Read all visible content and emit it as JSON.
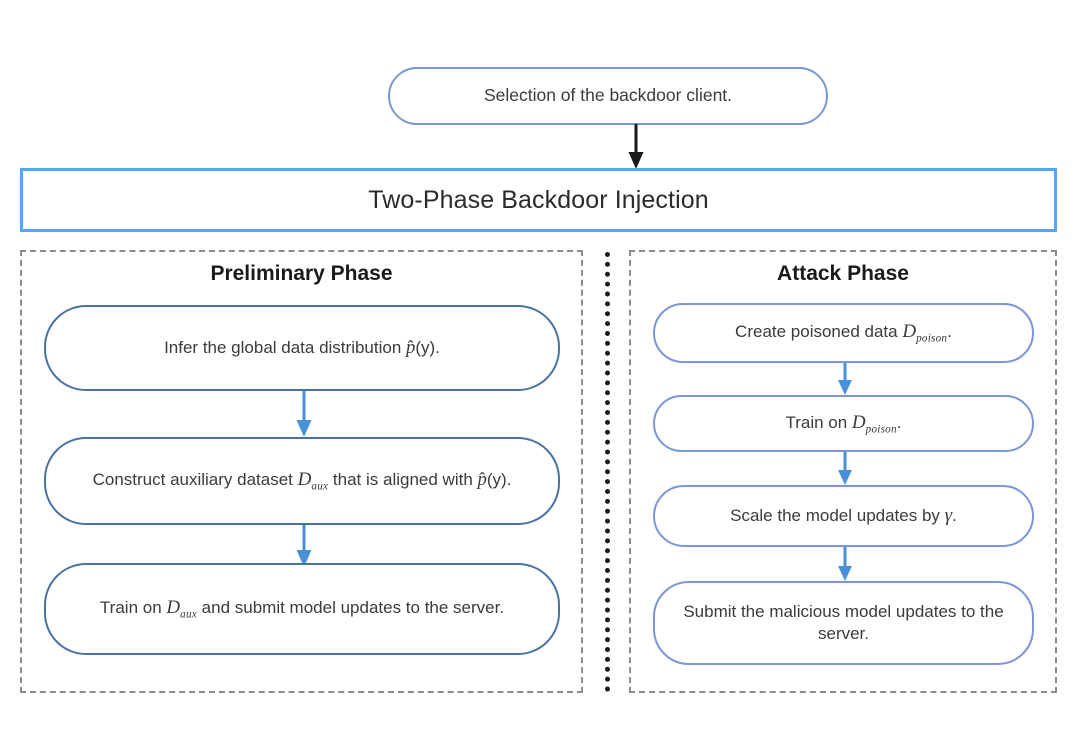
{
  "diagram": {
    "title_banner": "Two-Phase Backdoor Injection",
    "entry_node": "Selection of the backdoor client.",
    "colors": {
      "banner_border": "#51a7f9",
      "node_border_light_blue": "#7a96d4",
      "node_border_dark_blue": "#4a72a3",
      "arrow_blue": "#4a90d9",
      "arrow_black": "#1a1a1a",
      "dashed_box": "#8c8c8c",
      "divider": "#1c1c1c",
      "background": "#ffffff"
    },
    "left_phase": {
      "title": "Preliminary Phase",
      "steps": [
        {
          "id": "infer-distribution",
          "text": "Infer the global data distribution p̂(y)."
        },
        {
          "id": "construct-auxiliary-dataset",
          "text": "Construct auxiliary dataset D_aux that is aligned with p̂(y)."
        },
        {
          "id": "train-on-aux",
          "text": "Train on D_aux and submit model updates to the server."
        }
      ]
    },
    "right_phase": {
      "title": "Attack Phase",
      "steps": [
        {
          "id": "create-poisoned-data",
          "text": "Create poisoned data D_poison."
        },
        {
          "id": "train-on-poison",
          "text": "Train on D_poison."
        },
        {
          "id": "scale-model-updates",
          "text": "Scale the model updates by γ."
        },
        {
          "id": "submit-malicious-updates",
          "text": "Submit the malicious model updates to the server."
        }
      ]
    },
    "arrows": [
      {
        "id": "entry-to-banner",
        "color": "black"
      },
      {
        "id": "left-step1-to-step2",
        "color": "blue"
      },
      {
        "id": "left-step2-to-step3",
        "color": "blue"
      },
      {
        "id": "right-step1-to-step2",
        "color": "blue"
      },
      {
        "id": "right-step2-to-step3",
        "color": "blue"
      },
      {
        "id": "right-step3-to-step4",
        "color": "blue"
      }
    ]
  }
}
